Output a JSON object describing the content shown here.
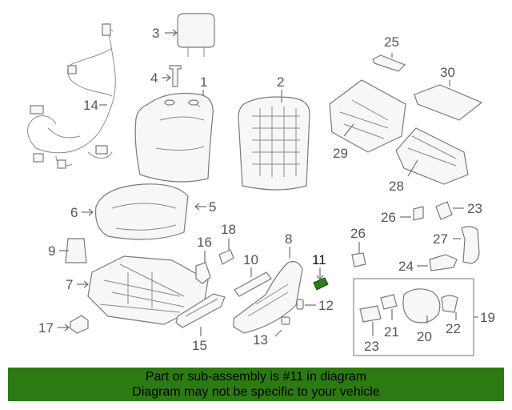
{
  "diagram": {
    "callouts": {
      "c1": "1",
      "c2": "2",
      "c3": "3",
      "c4": "4",
      "c5": "5",
      "c6": "6",
      "c7": "7",
      "c8": "8",
      "c9": "9",
      "c10": "10",
      "c11": "11",
      "c12": "12",
      "c13": "13",
      "c14": "14",
      "c15": "15",
      "c16": "16",
      "c17": "17",
      "c18": "18",
      "c19": "19",
      "c20": "20",
      "c21": "21",
      "c22": "22",
      "c23a": "23",
      "c23b": "23",
      "c24": "24",
      "c25": "25",
      "c26a": "26",
      "c26b": "26",
      "c27": "27",
      "c28": "28",
      "c29": "29",
      "c30": "30"
    },
    "highlight_part": "11",
    "highlight_color": "#2e7d1a"
  },
  "banner": {
    "line1": "Part or sub-assembly is #11 in diagram",
    "line2": "Diagram may not be specific to your vehicle",
    "background": "#2c7a12"
  }
}
